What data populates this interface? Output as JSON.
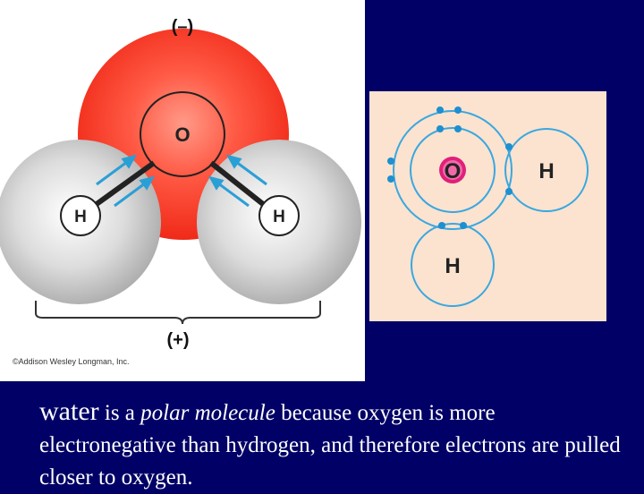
{
  "left_diagram": {
    "charge_top": "(–)",
    "charge_bottom": "(+)",
    "oxygen_label": "O",
    "hydrogen_left_label": "H",
    "hydrogen_right_label": "H",
    "copyright": "©Addison Wesley Longman, Inc.",
    "colors": {
      "oxygen": "#ff3b2b",
      "hydrogen": "#cfcfcf",
      "arrow": "#2a9fd6"
    }
  },
  "right_diagram": {
    "oxygen_label": "O",
    "hydrogen_right_label": "H",
    "hydrogen_bottom_label": "H",
    "colors": {
      "background": "#fbe3cf",
      "shell": "#3aa7e0",
      "electron": "#1e8fd0",
      "nucleus": "#e0207a"
    }
  },
  "caption": {
    "lead": "water",
    "part1": " is a ",
    "italic": "polar molecule",
    "part2": " because oxygen is more electronegative than hydrogen, and therefore electrons are pulled closer to oxygen."
  }
}
